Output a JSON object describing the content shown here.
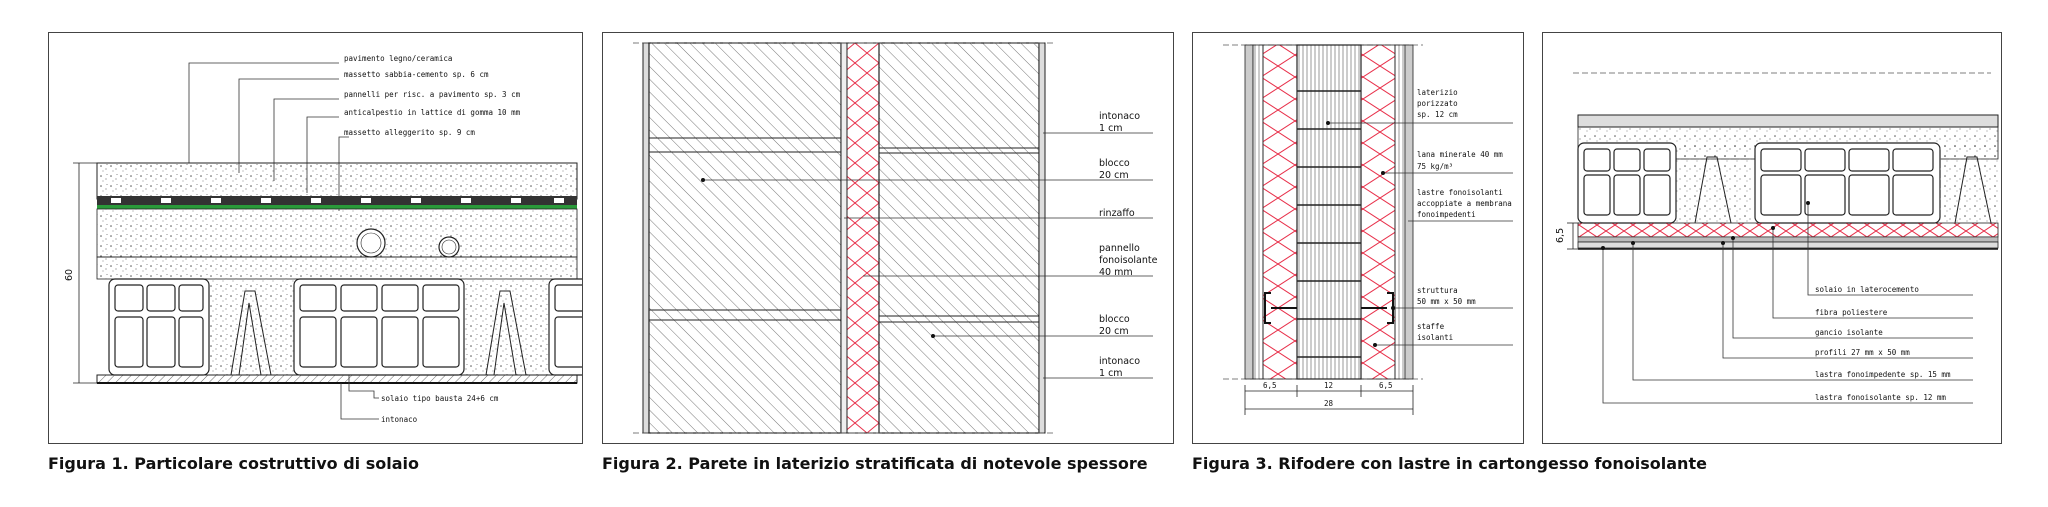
{
  "figure1": {
    "caption": "Figura 1. Particolare costruttivo di solaio",
    "labels": [
      "pavimento legno/ceramica",
      "massetto sabbia-cemento sp. 6 cm",
      "pannelli per risc. a pavimento sp. 3 cm",
      "anticalpestio in lattice di gomma 10 mm",
      "massetto alleggerito sp. 9 cm"
    ],
    "bottom_labels": [
      "solaio tipo bausta 24+6 cm",
      "intonaco"
    ],
    "dimension": "60"
  },
  "figure2": {
    "caption": "Figura 2. Parete in laterizio stratificata di notevole spessore",
    "labels": [
      {
        "line1": "intonaco",
        "line2": "1 cm"
      },
      {
        "line1": "blocco",
        "line2": "20 cm"
      },
      {
        "line1": "rinzaffo",
        "line2": ""
      },
      {
        "line1": "pannello",
        "line2": "fonoisolante",
        "line3": "40 mm"
      },
      {
        "line1": "blocco",
        "line2": "20 cm"
      },
      {
        "line1": "intonaco",
        "line2": "1 cm"
      }
    ]
  },
  "figure3": {
    "caption": "Figura 3. Rifodere con lastre in cartongesso fonoisolante",
    "labels": [
      {
        "line1": "laterizio",
        "line2": "porizzato",
        "line3": "sp. 12 cm"
      },
      {
        "line1": "lana minerale 40 mm",
        "line2": "75 kg/m³"
      },
      {
        "line1": "lastre fonoisolanti",
        "line2": "accoppiate a membrana",
        "line3": "fonoimpedenti"
      },
      {
        "line1": "struttura",
        "line2": "50 mm x 50 mm"
      },
      {
        "line1": "staffe",
        "line2": "isolanti"
      }
    ],
    "dims": [
      "6,5",
      "12",
      "6,5",
      "28"
    ]
  },
  "figure4": {
    "dimension": "6,5",
    "labels": [
      "solaio in laterocemento",
      "fibra poliestere",
      "gancio isolante",
      "profili 27 mm x 50 mm",
      "lastra fonoimpedente sp. 15 mm",
      "lastra fonoisolante sp. 12 mm"
    ]
  },
  "colors": {
    "insulation": "#e8304a",
    "green_layer": "#2a9a3a",
    "line": "#222222"
  }
}
